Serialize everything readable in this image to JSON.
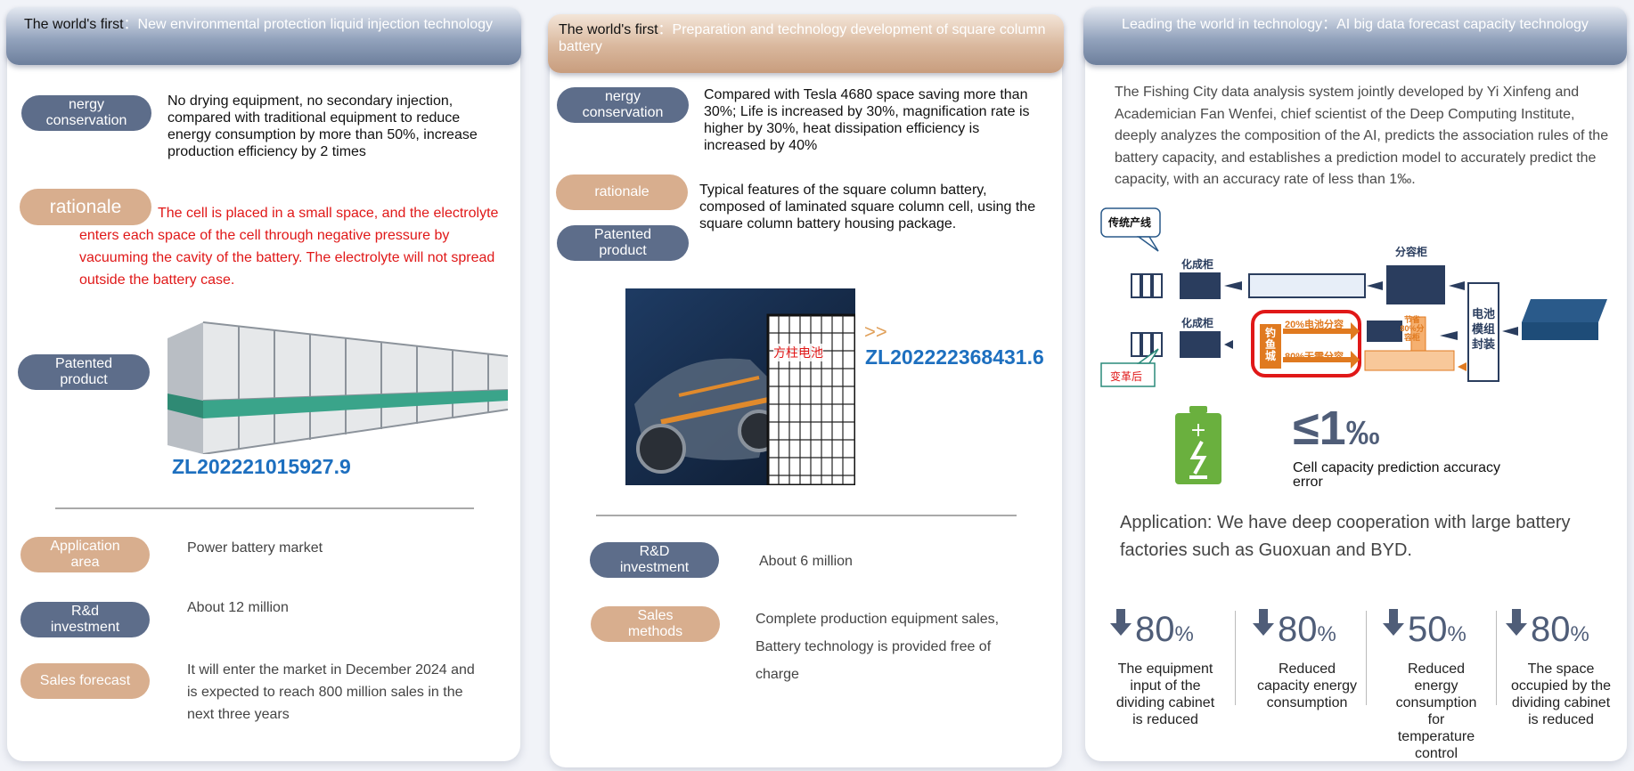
{
  "panel1": {
    "header_lead": "The world's first",
    "header_rest": "：New environmental protection liquid injection technology",
    "energy_label": "nergy conservation",
    "energy_text": "No drying equipment, no secondary injection, compared with traditional equipment to reduce energy consumption by more than 50%, increase production efficiency by 2 times",
    "rationale_label": "rationale",
    "rationale_text": "The cell is placed in a small space, and the electrolyte enters each space of the cell through negative pressure by vacuuming the cavity of the battery. The electrolyte will not spread outside the battery case.",
    "patented_label": "Patented product",
    "patent_no": "ZL202221015927.9",
    "app_label": "Application area",
    "app_text": "Power battery market",
    "rd_label": "R&d investment",
    "rd_text": "About 12 million",
    "sales_label": "Sales forecast",
    "sales_text": "It will enter the market in December 2024 and is expected to reach 800 million sales in the next three years"
  },
  "panel2": {
    "header_lead": "The world's first",
    "header_rest": "：Preparation and technology development of square column battery",
    "energy_label": "nergy conservation",
    "energy_text": "Compared with Tesla 4680 space saving more than 30%; Life is increased by 30%, magnification rate is higher by 30%, heat dissipation efficiency is increased by 40%",
    "rationale_label": "rationale",
    "rationale_text": "Typical features of the square column battery, composed of laminated square column cell, using the square column battery housing package.",
    "patented_label": "Patented product",
    "image_caption": "方柱电池",
    "arrow": ">>",
    "patent_no": "ZL202222368431.6",
    "rd_label": "R&D investment",
    "rd_text": "About 6 million",
    "sales_label": "Sales methods",
    "sales_text": "Complete production equipment sales, Battery technology is provided free of charge"
  },
  "panel3": {
    "header": "Leading the world in technology：AI big data forecast capacity technology",
    "intro": "The Fishing City data analysis system jointly developed by Yi Xinfeng and Academician Fan Wenfei, chief scientist of the Deep Computing Institute, deeply analyzes the composition of the AI, predicts the association rules of the battery capacity, and establishes a prediction model to accurately predict the capacity, with an accuracy rate of less than 1‰.",
    "diagram": {
      "traditional": "传统产线",
      "formation1": "化成柜",
      "capacity_cabinet": "分容柜",
      "formation2": "化成柜",
      "yuyucheng": "钓鱼城",
      "pct20": "20%电池分容",
      "pct80": "80%无需分容",
      "saving": "节省80%分容柜",
      "module": "电池模组封装",
      "after": "变革后"
    },
    "accuracy_value": "≤1",
    "accuracy_unit": "‰",
    "accuracy_label": "Cell capacity prediction accuracy error",
    "application": "Application: We have deep cooperation with large battery factories such as Guoxuan and BYD.",
    "stats": [
      {
        "value": "80",
        "unit": "%",
        "label": "The equipment input of the dividing cabinet is reduced"
      },
      {
        "value": "80",
        "unit": "%",
        "label": "Reduced capacity energy consumption"
      },
      {
        "value": "50",
        "unit": "%",
        "label": "Reduced energy consumption for temperature control"
      },
      {
        "value": "80",
        "unit": "%",
        "label": "The space occupied by the dividing cabinet is reduced"
      }
    ]
  },
  "colors": {
    "blue_pill": "#5d6d8a",
    "tan_pill": "#d8ae8e",
    "red_text": "#e01818",
    "patent_blue": "#1d6fbf"
  }
}
